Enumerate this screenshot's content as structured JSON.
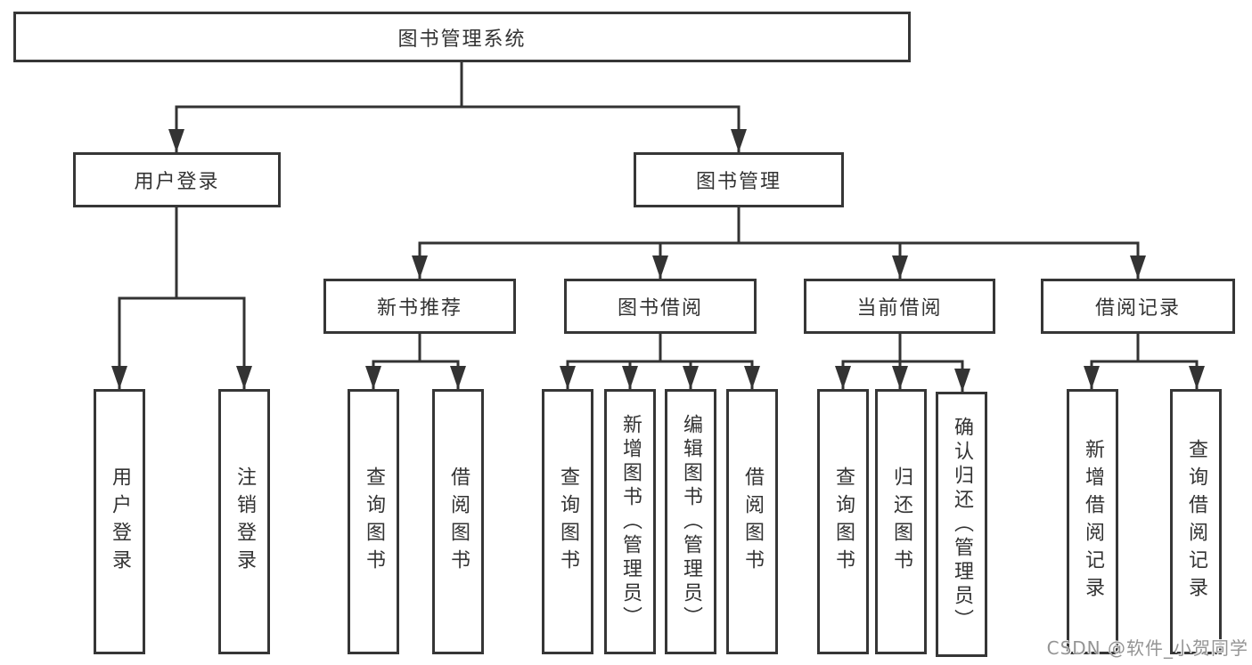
{
  "title": "图书管理系统",
  "level2": [
    {
      "label": "用户登录"
    },
    {
      "label": "图书管理"
    }
  ],
  "level3": [
    {
      "label": "新书推荐"
    },
    {
      "label": "图书借阅"
    },
    {
      "label": "当前借阅"
    },
    {
      "label": "借阅记录"
    }
  ],
  "leaves": {
    "user": [
      "用户登录",
      "注销登录"
    ],
    "recommend": [
      "查询图书",
      "借阅图书"
    ],
    "borrow": [
      "查询图书",
      "新增图书（管理员）",
      "编辑图书（管理员）",
      "借阅图书"
    ],
    "current": [
      "查询图书",
      "归还图书",
      "确认归还（管理员）"
    ],
    "records": [
      "新增借阅记录",
      "查询借阅记录"
    ]
  },
  "watermark": "CSDN @软件_小贺同学",
  "colors": {
    "line": "#333333",
    "box_border": "#363636",
    "text": "#333333",
    "watermark_gray": "#949494",
    "background": "#ffffff"
  }
}
